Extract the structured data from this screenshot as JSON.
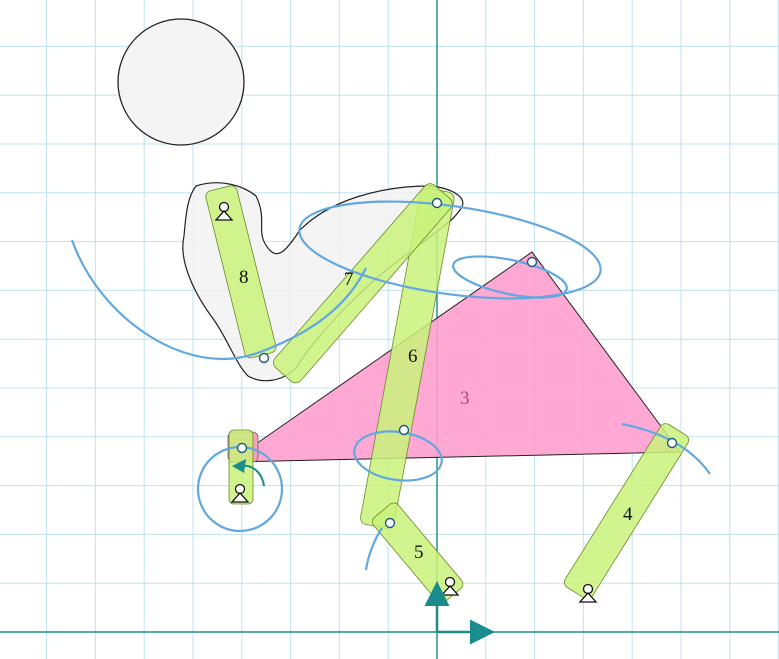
{
  "diagram": {
    "links": [
      {
        "id": "link-4",
        "label": "4"
      },
      {
        "id": "link-5",
        "label": "5"
      },
      {
        "id": "link-6",
        "label": "6"
      },
      {
        "id": "link-7",
        "label": "7"
      },
      {
        "id": "link-8",
        "label": "8"
      }
    ],
    "body": {
      "label": "3"
    },
    "colors": {
      "grid": "#bfe3ee",
      "axis": "#1a8c8c",
      "link_fill": "#c9f27a",
      "triangle_fill": "#ff9fcf",
      "triangle_label": "#c0407a",
      "coupler_curve": "#62a8df",
      "ground_circle": "#f2f2f2"
    },
    "icons": [
      "ground-pivot-icon",
      "rotation-arrow-icon",
      "axis-arrow-icon"
    ]
  }
}
